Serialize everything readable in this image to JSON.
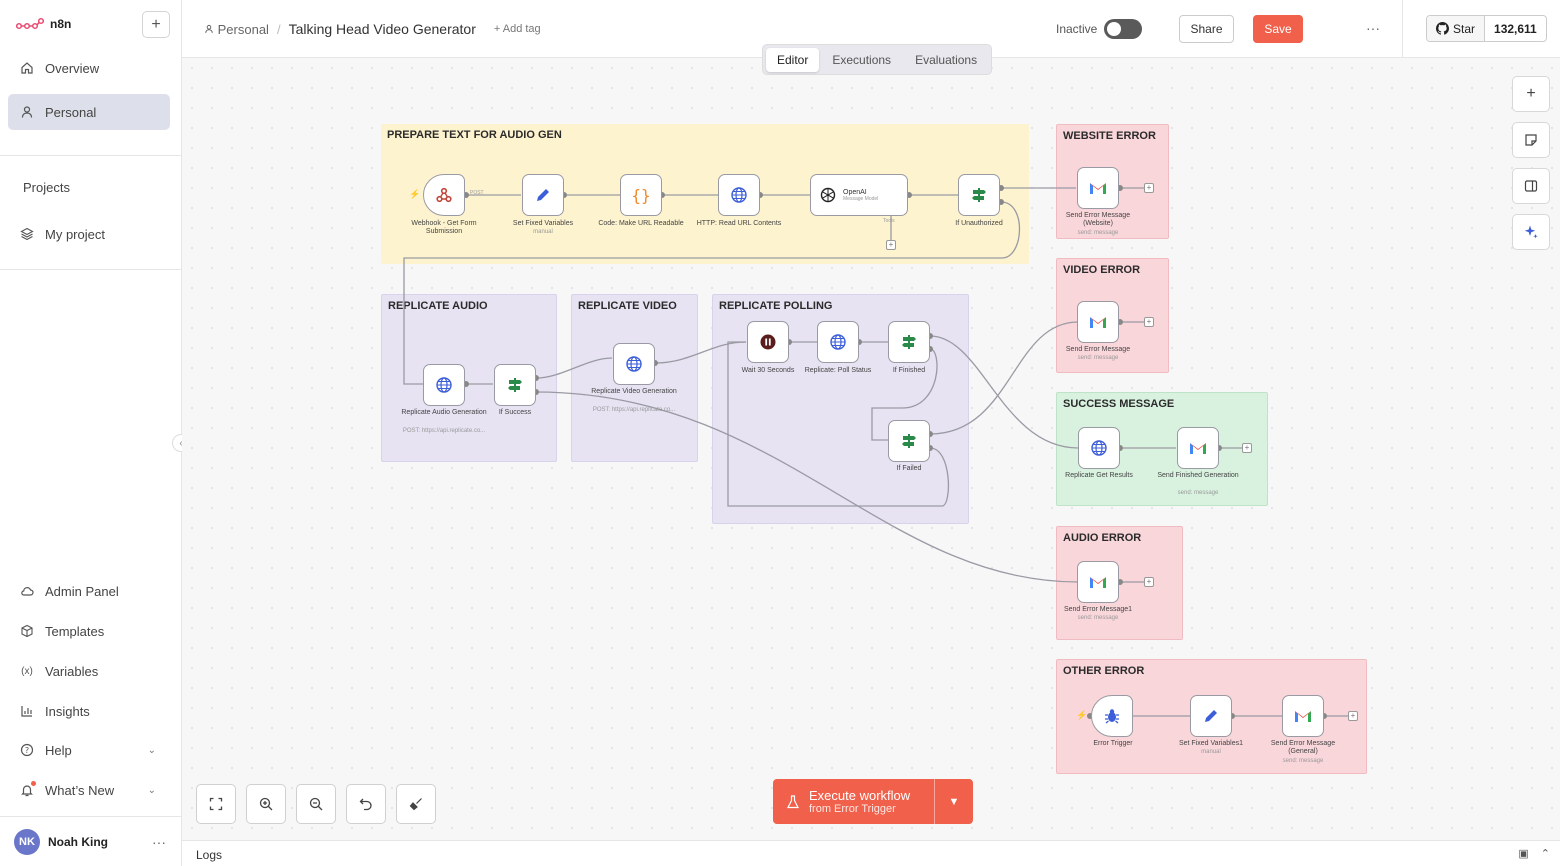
{
  "app": {
    "name": "n8n"
  },
  "sidebar": {
    "top_items": [
      {
        "label": "Overview",
        "icon": "home-icon"
      },
      {
        "label": "Personal",
        "icon": "user-icon",
        "active": true
      }
    ],
    "projects_heading": "Projects",
    "projects": [
      {
        "label": "My project",
        "icon": "layers-icon"
      }
    ],
    "bottom_items": [
      {
        "label": "Admin Panel",
        "icon": "cloud-icon"
      },
      {
        "label": "Templates",
        "icon": "box-icon"
      },
      {
        "label": "Variables",
        "icon": "variable-icon"
      },
      {
        "label": "Insights",
        "icon": "chart-icon"
      },
      {
        "label": "Help",
        "icon": "help-icon"
      },
      {
        "label": "What’s New",
        "icon": "bell-icon"
      }
    ],
    "user": {
      "initials": "NK",
      "name": "Noah King"
    }
  },
  "header": {
    "breadcrumb_project": "Personal",
    "breadcrumb_separator": "/",
    "workflow_title": "Talking Head Video Generator",
    "add_tag": "+ Add tag",
    "status_label": "Inactive",
    "share_label": "Share",
    "save_label": "Save",
    "more": "···",
    "github_star_label": "Star",
    "github_star_count": "132,611"
  },
  "tabs": [
    {
      "label": "Editor",
      "active": true
    },
    {
      "label": "Executions"
    },
    {
      "label": "Evaluations"
    }
  ],
  "stickies": {
    "prepare": "PREPARE TEXT FOR AUDIO GEN",
    "replicate_audio": "REPLICATE AUDIO",
    "replicate_video": "REPLICATE VIDEO",
    "replicate_polling": "REPLICATE POLLING",
    "website_error": "WEBSITE ERROR",
    "video_error": "VIDEO ERROR",
    "success_message": "SUCCESS MESSAGE",
    "audio_error": "AUDIO ERROR",
    "other_error": "OTHER ERROR"
  },
  "nodes": {
    "webhook": {
      "label": "Webhook - Get Form Submission",
      "out": "POST"
    },
    "set_fixed": {
      "label": "Set Fixed Variables",
      "sub": "manual"
    },
    "code": {
      "label": "Code: Make URL Readable"
    },
    "http": {
      "label": "HTTP: Read URL Contents"
    },
    "openai": {
      "title": "OpenAI",
      "sub": "Message Model",
      "tools": "Tools"
    },
    "if_unauth": {
      "label": "If Unauthorized"
    },
    "send_err_website": {
      "label": "Send Error Message (Website)",
      "sub": "send: message"
    },
    "rep_audio": {
      "label": "Replicate Audio Generation",
      "sub": "POST: https://api.replicate.co..."
    },
    "if_success": {
      "label": "If Success"
    },
    "rep_video": {
      "label": "Replicate Video Generation",
      "sub": "POST: https://api.replicate.co..."
    },
    "wait": {
      "label": "Wait 30 Seconds"
    },
    "poll": {
      "label": "Replicate: Poll Status"
    },
    "if_finished": {
      "label": "If Finished"
    },
    "if_failed": {
      "label": "If Failed"
    },
    "send_err_video": {
      "label": "Send Error Message",
      "sub": "send: message"
    },
    "get_results": {
      "label": "Replicate Get Results"
    },
    "send_finished": {
      "label": "Send Finished Generation",
      "sub": "send: message"
    },
    "send_err_audio": {
      "label": "Send Error Message1",
      "sub": "send: message"
    },
    "error_trigger": {
      "label": "Error Trigger"
    },
    "set_fixed1": {
      "label": "Set Fixed Variables1",
      "sub": "manual"
    },
    "send_err_general": {
      "label": "Send Error Message (General)",
      "sub": "send: message"
    }
  },
  "execute": {
    "title": "Execute workflow",
    "subtitle": "from Error Trigger"
  },
  "logs": {
    "label": "Logs"
  },
  "colors": {
    "accent": "#f0604a",
    "sidebar_active": "#dde0ea",
    "sticky_yellow": "#fdf3cf",
    "sticky_purple": "#e7e3f2",
    "sticky_pink": "#f9d6da",
    "sticky_green": "#d9f2df"
  }
}
